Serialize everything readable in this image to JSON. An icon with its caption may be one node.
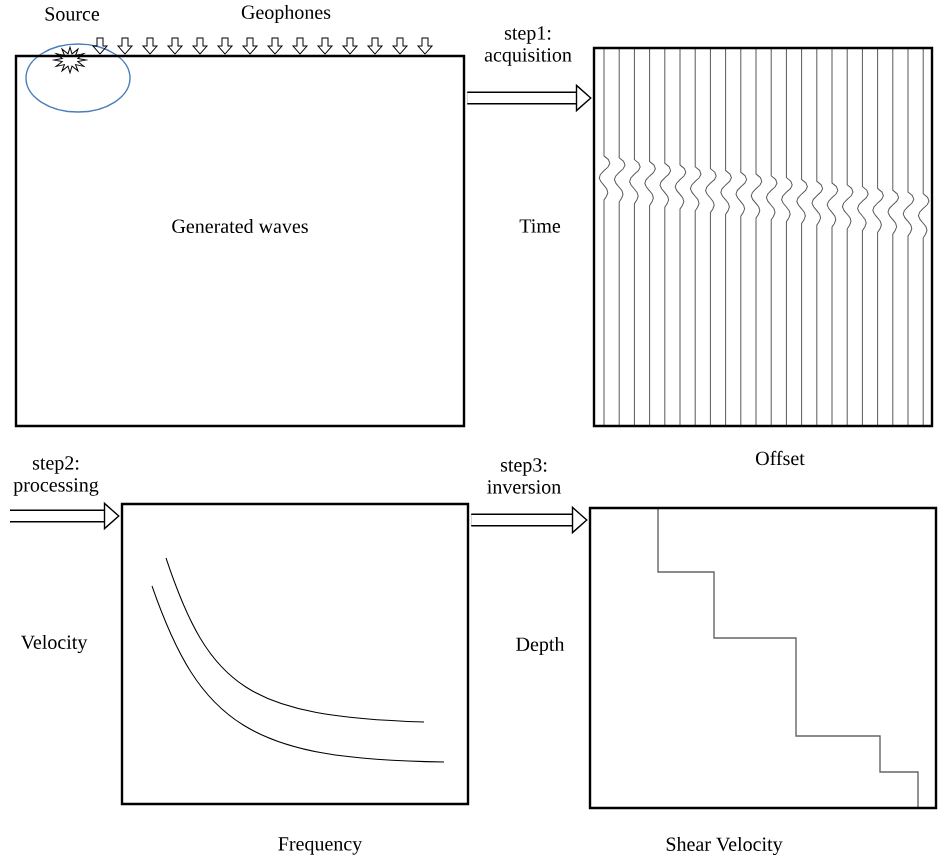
{
  "diagram": {
    "nodes": [
      {
        "text": [
          "Generated waves"
        ]
      },
      {
        "text": [],
        "shape": "box",
        "beside": [
          "Time",
          "Offset"
        ]
      },
      {
        "text": [],
        "shape": "box",
        "beside": [
          "Velocity",
          "Frequency"
        ]
      },
      {
        "text": [],
        "shape": "box",
        "beside": [
          "Depth",
          "Shear Velocity"
        ]
      }
    ],
    "edges": [
      {
        "from": 0,
        "to": 1,
        "arrow": "to",
        "label": "step1: acquisition"
      },
      {
        "from": null,
        "to": 2,
        "arrow": "to",
        "label": "step2: processing"
      },
      {
        "from": 2,
        "to": 3,
        "arrow": "to",
        "label": "step3: inversion"
      }
    ],
    "labels": [
      "Source",
      "Geophones"
    ]
  }
}
